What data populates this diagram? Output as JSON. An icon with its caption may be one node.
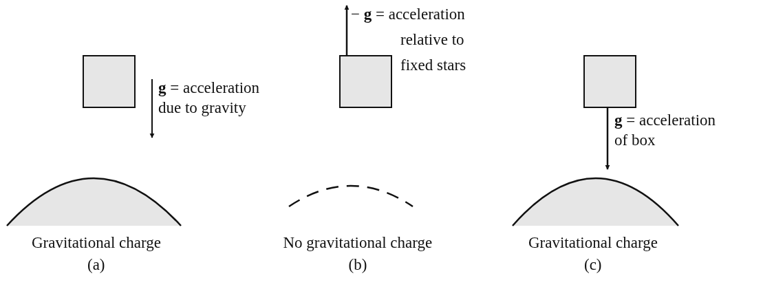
{
  "diagram": {
    "nodes": [
      {
        "text": [],
        "shape": "box"
      },
      {
        "text": [],
        "shape": "box"
      },
      {
        "text": [],
        "shape": "box"
      }
    ],
    "labels": [
      "− **g** = acceleration relative to fixed stars",
      "**g** = acceleration due to gravity",
      "**g** = acceleration of box",
      "Gravitational charge",
      "No gravitational charge",
      "Gravitational charge",
      "(a)",
      "(b)",
      "(c)"
    ]
  }
}
